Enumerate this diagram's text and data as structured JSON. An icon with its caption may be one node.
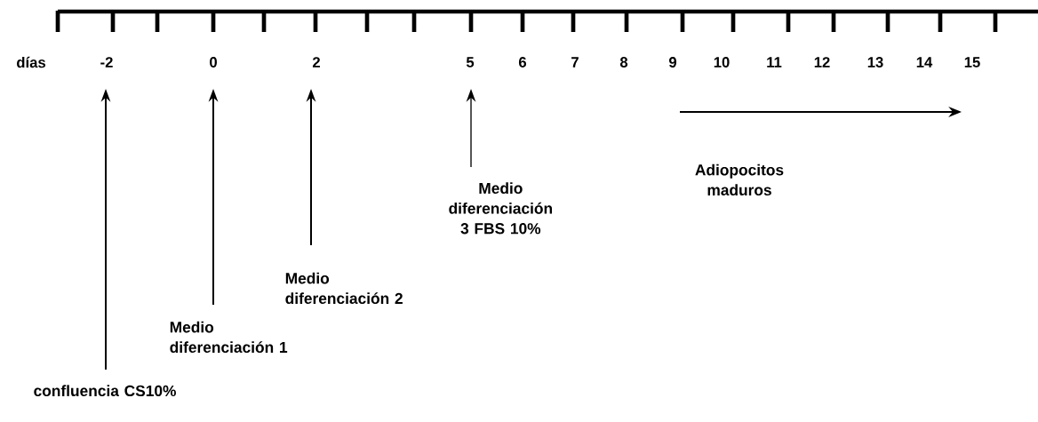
{
  "diagram": {
    "nodes": [
      {
        "text": [
          "confluencia CS10%"
        ]
      },
      {
        "text": [
          "Medio diferenciación 1"
        ]
      },
      {
        "text": [
          "Medio diferenciación 2"
        ]
      },
      {
        "text": [
          "Medio diferenciación 3 FBS 10%"
        ]
      },
      {
        "text": [
          "Adiopocitos maduros"
        ]
      }
    ],
    "edges": [
      {
        "from": 0,
        "to": null,
        "arrow": "to"
      },
      {
        "from": 1,
        "to": null,
        "arrow": "to"
      },
      {
        "from": 2,
        "to": null,
        "arrow": "to"
      },
      {
        "from": 3,
        "to": null,
        "arrow": "to"
      }
    ],
    "labels": [
      "días",
      "-2",
      "0",
      "2",
      "5",
      "6",
      "7",
      "8",
      "9",
      "10",
      "11",
      "12",
      "13",
      "14",
      "15"
    ]
  }
}
